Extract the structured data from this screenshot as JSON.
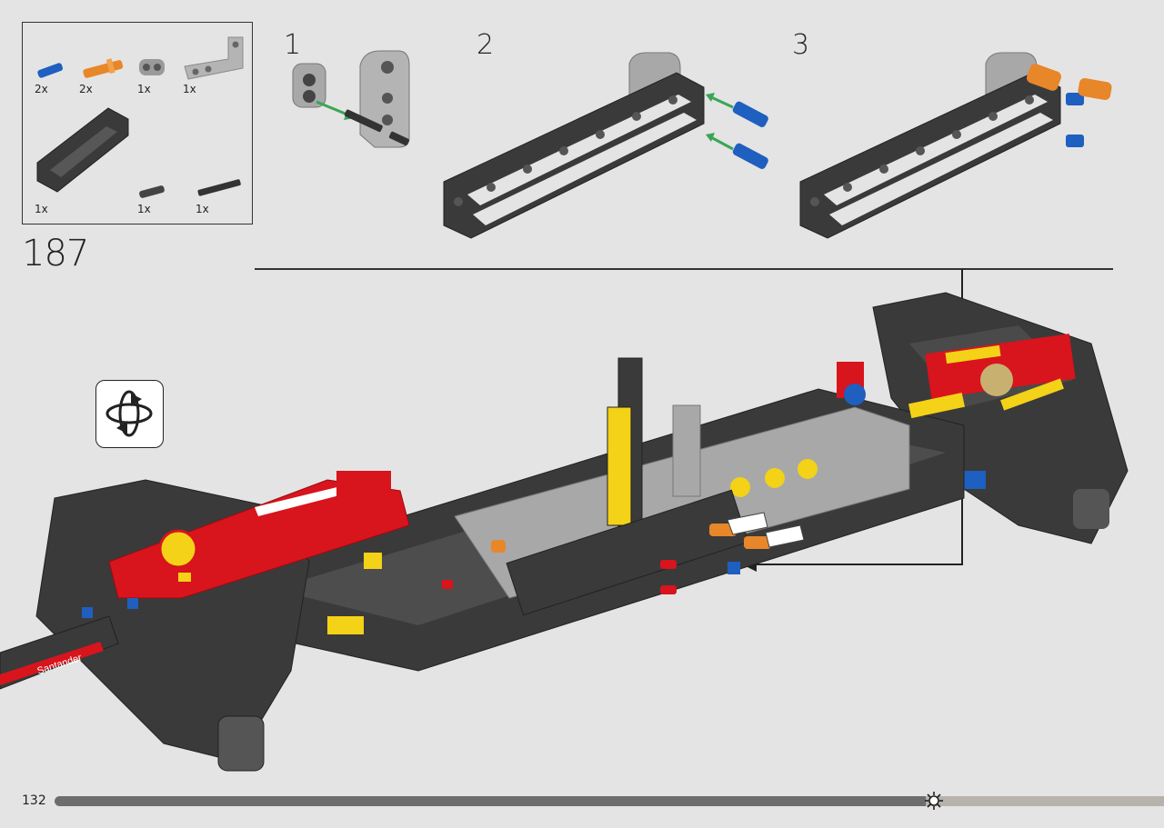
{
  "page": {
    "step_number": "187",
    "page_number": "132",
    "progress_fraction": 0.785
  },
  "parts_box": {
    "row1": [
      {
        "name": "blue-axle-pin",
        "color": "#1f5fbf",
        "qty": "2x"
      },
      {
        "name": "orange-pin",
        "color": "#e8862a",
        "qty": "2x"
      },
      {
        "name": "light-gray-connector",
        "color": "#9a9a9a",
        "qty": "1x"
      },
      {
        "name": "light-gray-angled-beam",
        "color": "#b4b4b4",
        "qty": "1x"
      }
    ],
    "row2": [
      {
        "name": "dark-gray-frame",
        "color": "#3a3a3a",
        "qty": "1x"
      },
      {
        "name": "dark-gray-pin",
        "color": "#444444",
        "qty": "1x"
      },
      {
        "name": "dark-gray-axle",
        "color": "#333333",
        "qty": "1x"
      }
    ]
  },
  "substeps": [
    {
      "label": "1"
    },
    {
      "label": "2"
    },
    {
      "label": "3"
    }
  ],
  "icons": {
    "rotate": "rotate-model-icon",
    "progress_marker": "gear-marker-icon"
  },
  "model_text": {
    "sponsor": "Santander"
  },
  "colors": {
    "background": "#e4e4e4",
    "red": "#d8141c",
    "yellow": "#f3d217",
    "blue": "#1f5fbf",
    "orange": "#e8862a",
    "dark_gray": "#3a3a3a",
    "light_gray": "#a8a8a8",
    "progress_fill": "#6d6d6d",
    "progress_track": "#b8b2ac"
  }
}
